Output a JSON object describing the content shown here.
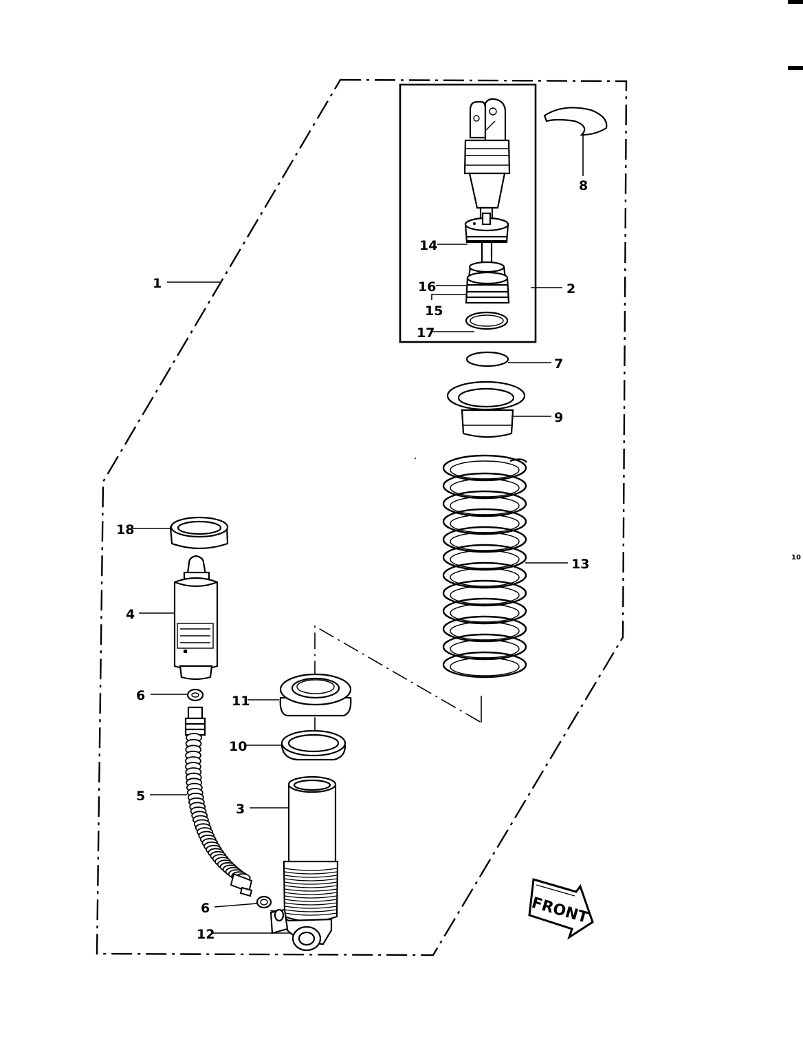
{
  "corner_code": "10",
  "front_label": "FRONT",
  "callouts": {
    "c1": "1",
    "c2": "2",
    "c3": "3",
    "c4": "4",
    "c5": "5",
    "c6a": "6",
    "c6b": "6",
    "c7": "7",
    "c8": "8",
    "c9": "9",
    "c10": "10",
    "c11": "11",
    "c12": "12",
    "c13": "13",
    "c14": "14",
    "c15": "15",
    "c16": "16",
    "c17": "17",
    "c18": "18"
  }
}
